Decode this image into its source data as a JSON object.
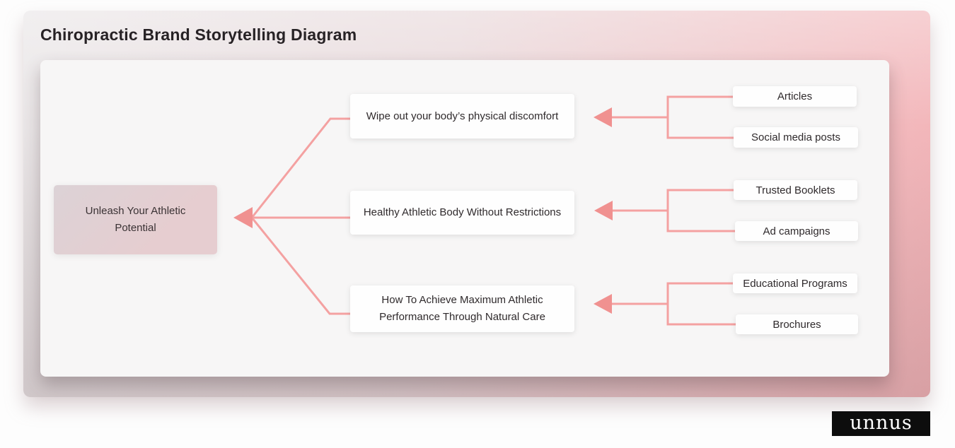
{
  "title": "Chiropractic Brand Storytelling Diagram",
  "colors": {
    "connector_line": "#f4a1a1",
    "arrowhead": "#f09190",
    "card_pink": "#f4b3b7",
    "root_node_fill": "#e2cdd0",
    "panel_fill": "#f7f6f6",
    "logo_bg": "#0d0d0d"
  },
  "diagram": {
    "root": {
      "label": "Unleash Your Athletic Potential"
    },
    "branches": [
      {
        "message": "Wipe out your body’s physical discomfort",
        "channels": [
          "Articles",
          "Social media posts"
        ]
      },
      {
        "message": "Healthy Athletic Body Without Restrictions",
        "channels": [
          "Trusted Booklets",
          "Ad campaigns"
        ]
      },
      {
        "message": "How To Achieve Maximum Athletic Performance Through Natural Care",
        "channels": [
          "Educational Programs",
          "Brochures"
        ]
      }
    ]
  },
  "logo": {
    "text": "unnus"
  }
}
